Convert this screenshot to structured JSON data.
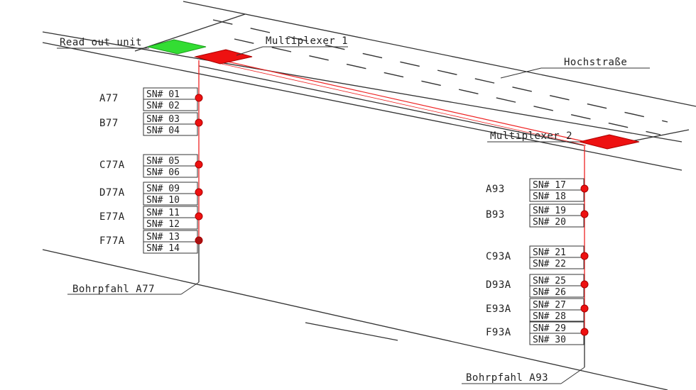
{
  "labels": {
    "readout": "Read out unit",
    "mux1": "Multiplexer 1",
    "mux2": "Multiplexer 2",
    "bridge": "Hochstraße",
    "pile_a77": "Bohrpfahl A77",
    "pile_a93": "Bohrpfahl A93"
  },
  "colors": {
    "readout": "#33dd33",
    "multiplexer": "#ee1111",
    "cable": "#ee2222",
    "sensor": "#ee1111",
    "sensor_last_a77": "#aa1111"
  },
  "pile_a77": [
    {
      "label": "A77",
      "sn": [
        "SN# 01",
        "SN# 02"
      ]
    },
    {
      "label": "B77",
      "sn": [
        "SN# 03",
        "SN# 04"
      ]
    },
    {
      "label": "C77A",
      "sn": [
        "SN# 05",
        "SN# 06"
      ]
    },
    {
      "label": "D77A",
      "sn": [
        "SN# 09",
        "SN# 10"
      ]
    },
    {
      "label": "E77A",
      "sn": [
        "SN# 11",
        "SN# 12"
      ]
    },
    {
      "label": "F77A",
      "sn": [
        "SN# 13",
        "SN# 14"
      ]
    }
  ],
  "pile_a93": [
    {
      "label": "A93",
      "sn": [
        "SN# 17",
        "SN# 18"
      ]
    },
    {
      "label": "B93",
      "sn": [
        "SN# 19",
        "SN# 20"
      ]
    },
    {
      "label": "C93A",
      "sn": [
        "SN# 21",
        "SN# 22"
      ]
    },
    {
      "label": "D93A",
      "sn": [
        "SN# 25",
        "SN# 26"
      ]
    },
    {
      "label": "E93A",
      "sn": [
        "SN# 27",
        "SN# 28"
      ]
    },
    {
      "label": "F93A",
      "sn": [
        "SN# 29",
        "SN# 30"
      ]
    }
  ]
}
